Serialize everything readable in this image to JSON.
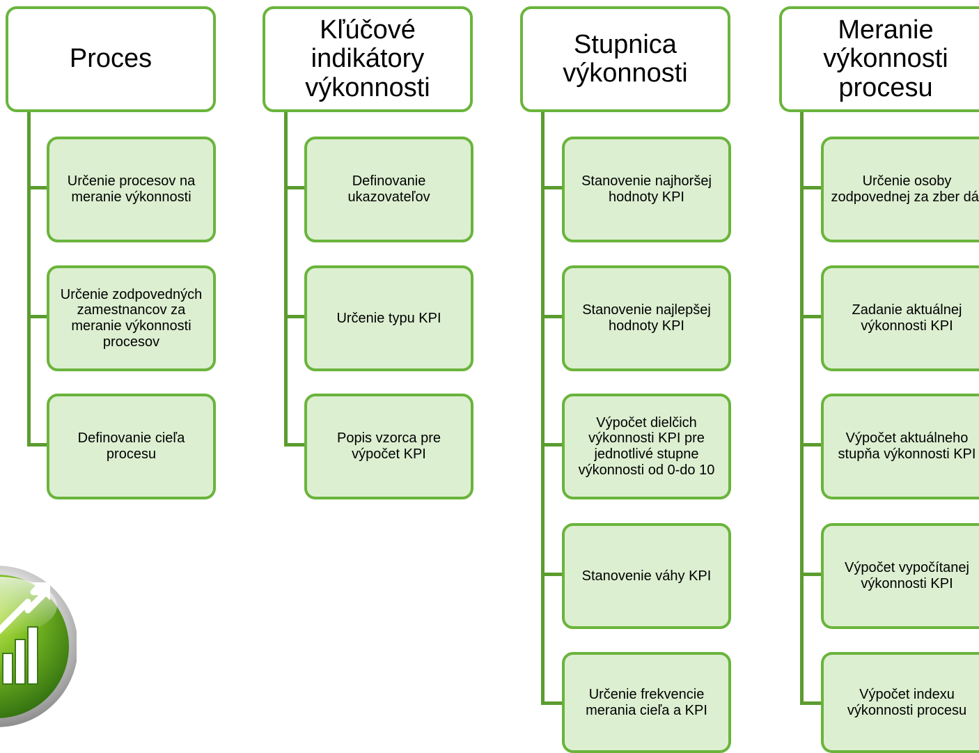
{
  "colors": {
    "accent": "#6ab43c",
    "connector": "#5b9c2f",
    "child_fill": "#dcefd1",
    "header_fill": "#ffffff"
  },
  "logo": {
    "icon": "growth-chart-icon"
  },
  "columns": [
    {
      "title": "Proces",
      "items": [
        "Určenie procesov na meranie výkonnosti",
        "Určenie zodpovedných zamestnancov za meranie výkonnosti procesov",
        "Definovanie cieľa procesu"
      ]
    },
    {
      "title": "Kľúčové indikátory výkonnosti",
      "items": [
        "Definovanie ukazovateľov",
        "Určenie typu KPI",
        "Popis vzorca pre výpočet KPI"
      ]
    },
    {
      "title": "Stupnica výkonnosti",
      "items": [
        "Stanovenie najhoršej hodnoty KPI",
        "Stanovenie najlepšej hodnoty KPI",
        "Výpočet dielčich výkonnosti KPI pre jednotlivé stupne výkonnosti od 0-do 10",
        "Stanovenie váhy KPI",
        "Určenie frekvencie merania cieľa a KPI"
      ]
    },
    {
      "title": "Meranie výkonnosti procesu",
      "items": [
        "Určenie osoby zodpovednej za zber dát",
        "Zadanie aktuálnej výkonnosti KPI",
        "Výpočet aktuálneho stupňa výkonnosti KPI",
        "Výpočet vypočítanej výkonnosti KPI",
        "Výpočet indexu výkonnosti procesu"
      ]
    }
  ]
}
